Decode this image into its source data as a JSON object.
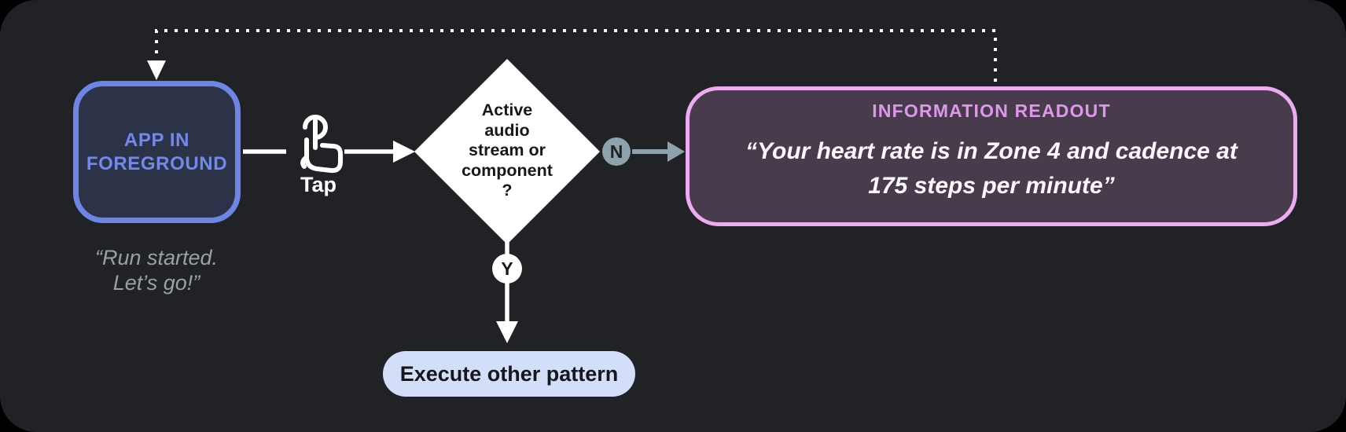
{
  "colors": {
    "page_bg": "#000000",
    "card_bg": "#212226",
    "start_border": "#6f85e6",
    "start_fill": "#2c3348",
    "start_text": "#7289ec",
    "caption_text": "#9aa0a6",
    "connector": "#ffffff",
    "no_branch_accent": "#8da2ad",
    "readout_border": "#efabf1",
    "readout_fill": "#473b4c",
    "readout_title": "#df97ea",
    "pill_bg": "#d3def9"
  },
  "nodes": {
    "start": {
      "label": "APP IN\nFOREGROUND",
      "caption": "“Run started.\nLet’s go!”"
    },
    "tap": {
      "label": "Tap",
      "icon": "tap-gesture-icon"
    },
    "decision": {
      "label": "Active\naudio\nstream or\ncomponent\n?"
    },
    "branch_no": {
      "label": "N"
    },
    "branch_yes": {
      "label": "Y"
    },
    "readout": {
      "title": "INFORMATION READOUT",
      "quote": "“Your heart rate is in Zone 4 and cadence at\n175 steps per minute”"
    },
    "other_pattern": {
      "label": "Execute other pattern"
    }
  }
}
